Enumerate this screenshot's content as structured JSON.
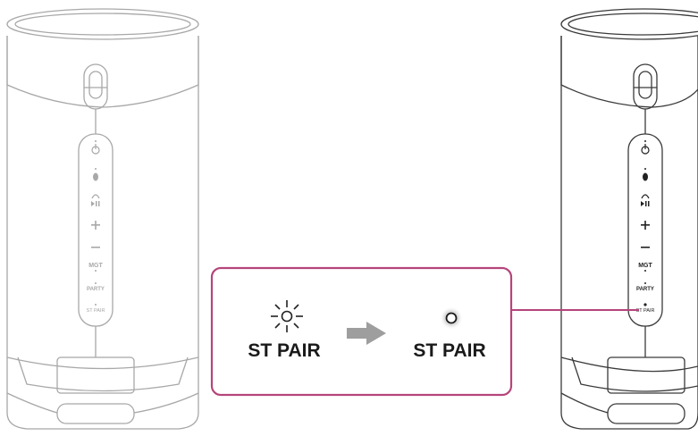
{
  "speaker_left": {
    "state": "before",
    "buttons": [
      {
        "icon": "power-icon"
      },
      {
        "icon": "bluetooth-icon"
      },
      {
        "icon": "play-pause-icon"
      },
      {
        "icon": "volume-up-icon",
        "label": "+"
      },
      {
        "icon": "volume-down-icon",
        "label": "−"
      },
      {
        "label": "MGT"
      },
      {
        "label": "PARTY"
      },
      {
        "label": "ST PAIR"
      }
    ]
  },
  "speaker_right": {
    "state": "after",
    "buttons": [
      {
        "icon": "power-icon"
      },
      {
        "icon": "bluetooth-icon"
      },
      {
        "icon": "play-pause-icon"
      },
      {
        "icon": "volume-up-icon",
        "label": "+"
      },
      {
        "icon": "volume-down-icon",
        "label": "−"
      },
      {
        "label": "MGT"
      },
      {
        "label": "PARTY"
      },
      {
        "label": "ST PAIR"
      }
    ]
  },
  "callout": {
    "before": {
      "label": "ST PAIR",
      "indicator": "flashing"
    },
    "after": {
      "label": "ST PAIR",
      "indicator": "lit"
    },
    "arrow": "arrow-right-icon"
  },
  "colors": {
    "callout_border": "#B5457B",
    "arrow": "#9E9E9E",
    "speaker_left_line": "#A8A8A8",
    "speaker_right_line": "#3A3A3A",
    "indicator_glow": "#BDBDBD"
  }
}
